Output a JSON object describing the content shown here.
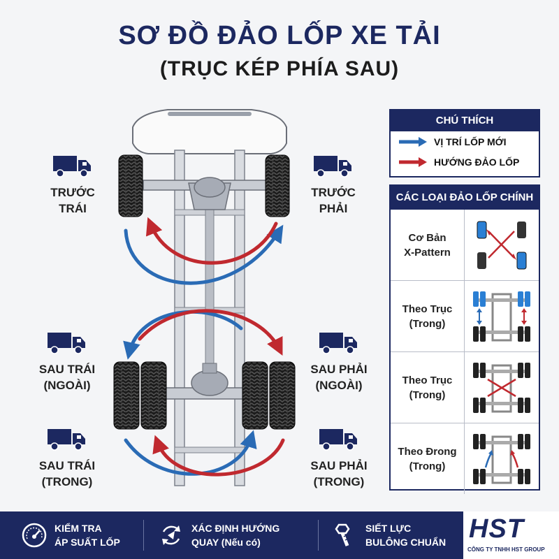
{
  "title": "SƠ ĐỒ ĐẢO LỐP XE TẢI",
  "subtitle": "(TRỤC KÉP PHÍA SAU)",
  "positions": {
    "front_left": [
      "TRƯỚC",
      "TRÁI"
    ],
    "front_right": [
      "TRƯỚC",
      "PHẢI"
    ],
    "rear_left_outer": [
      "SAU TRÁI",
      "(NGOÀI)"
    ],
    "rear_right_outer": [
      "SAU PHẢI",
      "(NGOÀI)"
    ],
    "rear_left_inner": [
      "SAU TRÁI",
      "(TRONG)"
    ],
    "rear_right_inner": [
      "SAU PHẢI",
      "(TRONG)"
    ]
  },
  "legend": {
    "title": "CHÚ THÍCH",
    "items": [
      {
        "label": "VỊ TRÍ LỐP MỚI",
        "color": "#2a6bb5"
      },
      {
        "label": "HƯỚNG ĐẢO LỐP",
        "color": "#c0292f"
      }
    ]
  },
  "types": {
    "title": "CÁC LOẠI ĐẢO LỐP CHÍNH",
    "items": [
      {
        "line1": "Cơ Bản",
        "line2": "X-Pattern",
        "icon": "x-pattern-icon"
      },
      {
        "line1": "Theo Trục",
        "line2": "(Trong)",
        "icon": "axle-inner-icon"
      },
      {
        "line1": "Theo Trục",
        "line2": "(Trong)",
        "icon": "axle-cross-icon"
      },
      {
        "line1": "Theo Đrong",
        "line2": "(Trong)",
        "icon": "curve-inner-icon"
      }
    ]
  },
  "footer": [
    {
      "line1": "KIỂM TRA",
      "line2": "ÁP SUẤT LỐP",
      "icon": "gauge-icon"
    },
    {
      "line1": "XÁC ĐỊNH HƯỚNG",
      "line2": "QUAY (Nếu có)",
      "icon": "rotation-icon"
    },
    {
      "line1": "SIẾT LỰC",
      "line2": "BULÔNG CHUẨN",
      "icon": "bolt-icon"
    }
  ],
  "logo": {
    "main": "HST",
    "sub": "CÔNG TY TNHH HST GROUP"
  },
  "colors": {
    "navy": "#1c2860",
    "blue": "#2a6bb5",
    "red": "#c0292f"
  }
}
